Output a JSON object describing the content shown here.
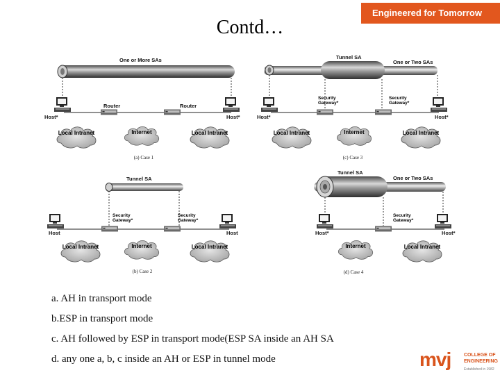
{
  "header": {
    "brand_tagline": "Engineered for Tomorrow",
    "accent_color": "#e2571e"
  },
  "slide": {
    "title": "Contd…"
  },
  "diagrams": [
    {
      "caption": "(a) Case 1",
      "tunnels": [
        {
          "label": "One or More SAs"
        }
      ],
      "hosts": [
        "Host*",
        "Host*"
      ],
      "gateways": [
        "Router",
        "Router"
      ],
      "clouds": [
        "Local Intranet",
        "Internet",
        "Local Intranet"
      ]
    },
    {
      "caption": "(b) Case 2",
      "tunnels": [
        {
          "label": "Tunnel SA"
        }
      ],
      "hosts": [
        "Host",
        "Host"
      ],
      "gateways": [
        "Security Gateway*",
        "Security Gateway*"
      ],
      "clouds": [
        "Local Intranet",
        "Internet",
        "Local Intranet"
      ]
    },
    {
      "caption": "(c) Case 3",
      "tunnels": [
        {
          "label": "Tunnel SA"
        },
        {
          "label": "One or Two SAs"
        }
      ],
      "hosts": [
        "Host*",
        "Host*"
      ],
      "gateways": [
        "Security Gateway*",
        "Security Gateway*"
      ],
      "clouds": [
        "Local Intranet",
        "Internet",
        "Local Intranet"
      ]
    },
    {
      "caption": "(d) Case 4",
      "tunnels": [
        {
          "label": "Tunnel SA"
        },
        {
          "label": "One or Two SAs"
        }
      ],
      "hosts": [
        "Host*",
        "Host*"
      ],
      "gateways": [
        "Security Gateway*"
      ],
      "clouds": [
        "Internet",
        "Local Intranet"
      ]
    }
  ],
  "notes": [
    "a. AH in transport mode",
    "b.ESP in transport mode",
    "c. AH followed by ESP in transport mode(ESP SA inside an AH SA",
    "d. any one a, b, c inside an AH or ESP in tunnel mode"
  ],
  "logo": {
    "mark": "mvj",
    "line1": "COLLEGE OF",
    "line2": "ENGINEERING",
    "line3": "Established in 1982"
  }
}
